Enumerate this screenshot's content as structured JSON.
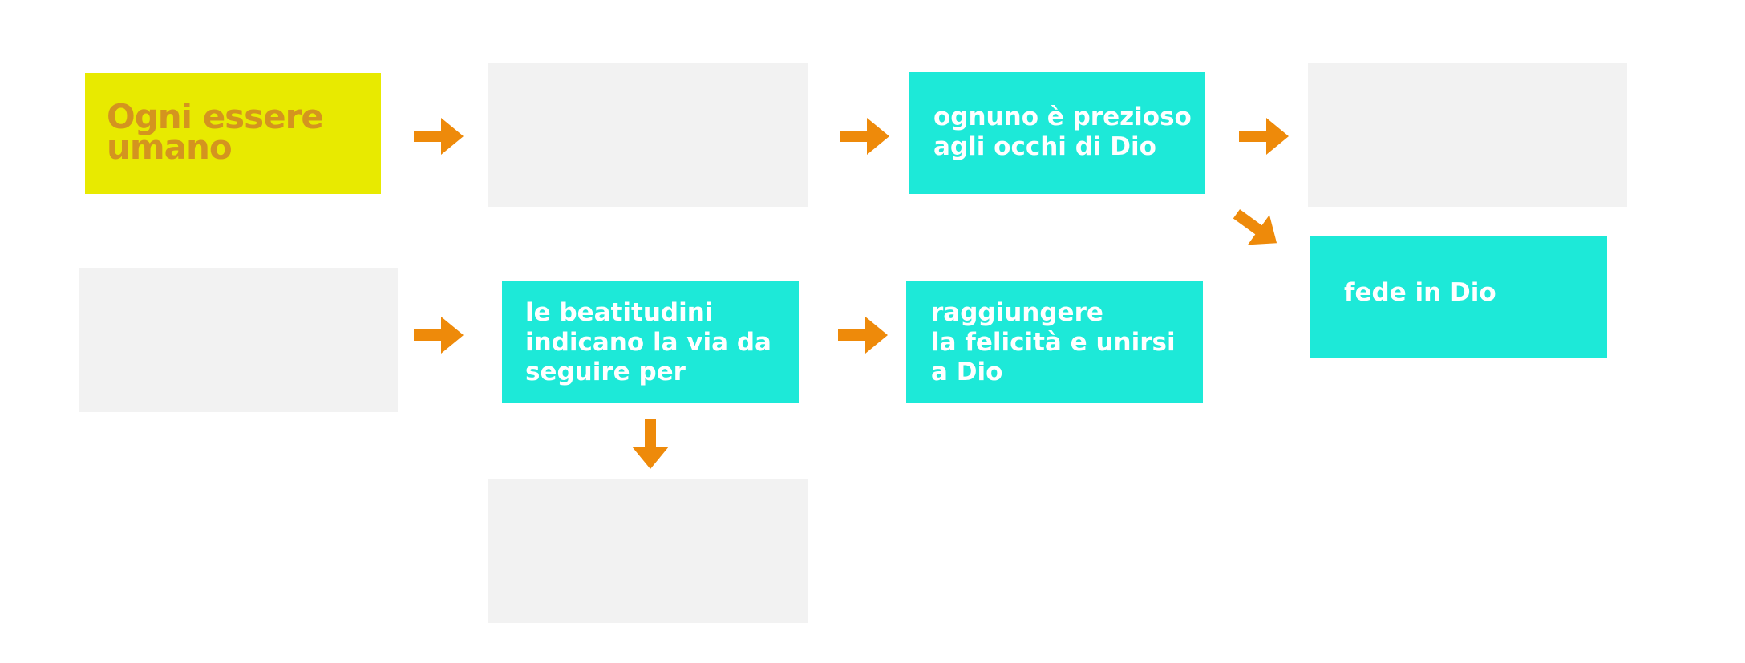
{
  "colors": {
    "teal": "#1de9d8",
    "grey": "#f2f2f2",
    "yellow": "#e8ea00",
    "title_text": "#d4941f",
    "arrow": "#ee8a0a"
  },
  "nodes": {
    "title": "Ogni essere\numano",
    "prezioso": "ognuno è prezioso\nagli occhi di Dio",
    "fede": "fede in Dio",
    "beatitudini": "le beatitudini\nindicano la via da\nseguire per",
    "felicita": "raggiungere\nla felicità e unirsi\na Dio"
  }
}
